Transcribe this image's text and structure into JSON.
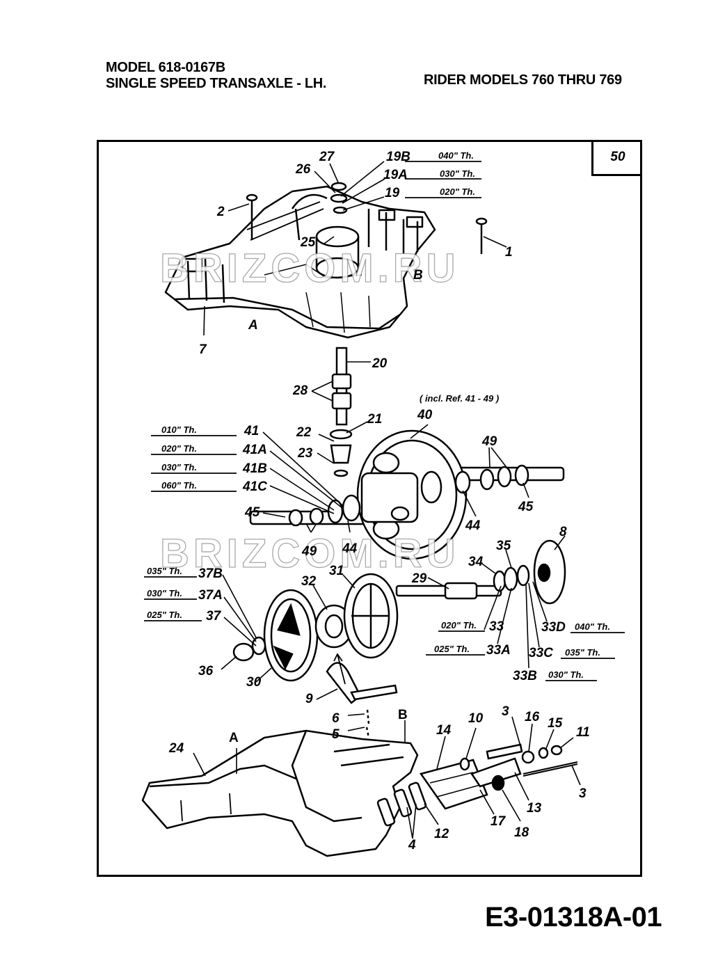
{
  "header": {
    "model_line": "MODEL 618-0167B",
    "title_line": "SINGLE SPEED TRANSAXLE - LH.",
    "rider_models": "RIDER MODELS  760  THRU  769"
  },
  "page_number": "50",
  "document_code": "E3-01318A-01",
  "watermark": "BRIZCOM.RU",
  "note": "( incl. Ref. 41 - 49 )",
  "section_letters": [
    "A",
    "B"
  ],
  "callouts": [
    "1",
    "2",
    "3",
    "4",
    "5",
    "6",
    "7",
    "8",
    "9",
    "10",
    "11",
    "12",
    "13",
    "14",
    "15",
    "16",
    "17",
    "18",
    "19",
    "19A",
    "19B",
    "20",
    "21",
    "22",
    "23",
    "24",
    "25",
    "26",
    "27",
    "28",
    "29",
    "30",
    "31",
    "32",
    "33",
    "33A",
    "33B",
    "33C",
    "33D",
    "34",
    "35",
    "36",
    "37",
    "37A",
    "37B",
    "40",
    "41",
    "41A",
    "41B",
    "41C",
    "44",
    "45",
    "49"
  ],
  "thickness_notes": {
    "19": "020\" Th.",
    "19A": "030\" Th.",
    "19B": "040\" Th.",
    "41": "010\" Th.",
    "41A": "020\" Th.",
    "41B": "030\" Th.",
    "41C": "060\" Th.",
    "37": "025\" Th.",
    "37A": "030\" Th.",
    "37B": "035\" Th.",
    "33": "020\" Th.",
    "33A": "025\" Th.",
    "33B": "030\" Th.",
    "33C": "035\" Th.",
    "33D": "040\" Th."
  }
}
